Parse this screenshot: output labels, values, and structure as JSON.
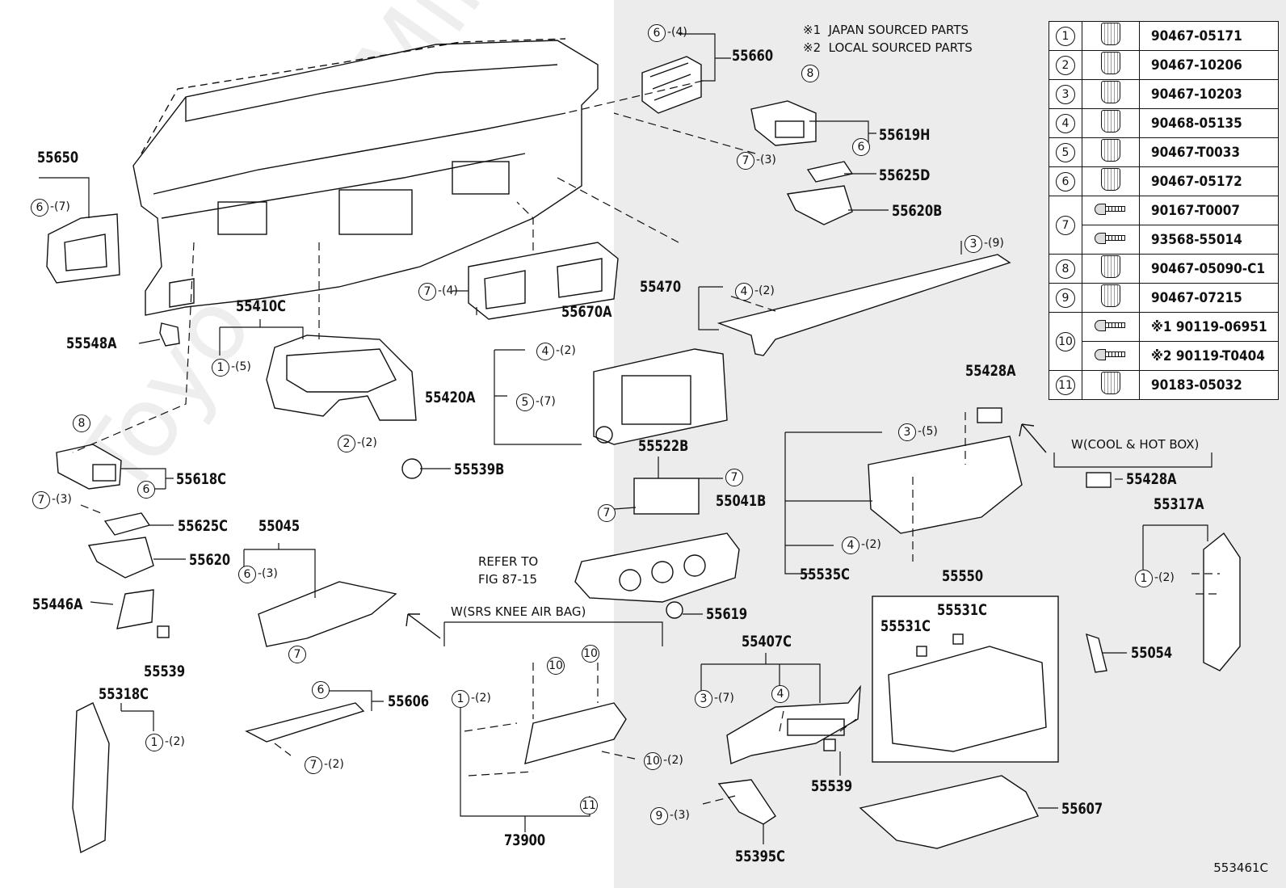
{
  "legend_notes": {
    "note1_mark": "※1",
    "note1_text": "JAPAN SOURCED PARTS",
    "note2_mark": "※2",
    "note2_text": "LOCAL SOURCED PARTS"
  },
  "fastener_table": [
    {
      "no": "1",
      "icon": "push-clip-icon",
      "parts": [
        "90467-05171"
      ]
    },
    {
      "no": "2",
      "icon": "push-rivet-icon",
      "parts": [
        "90467-10206"
      ]
    },
    {
      "no": "3",
      "icon": "push-clip-icon",
      "parts": [
        "90467-10203"
      ]
    },
    {
      "no": "4",
      "icon": "push-clip-icon",
      "parts": [
        "90468-05135"
      ]
    },
    {
      "no": "5",
      "icon": "push-clip-icon",
      "parts": [
        "90467-T0033"
      ]
    },
    {
      "no": "6",
      "icon": "push-clip-icon",
      "parts": [
        "90467-05172"
      ]
    },
    {
      "no": "7",
      "icon": "screw-icon",
      "parts": [
        "90167-T0007",
        "93568-55014"
      ]
    },
    {
      "no": "8",
      "icon": "push-rivet-icon",
      "parts": [
        "90467-05090-C1"
      ]
    },
    {
      "no": "9",
      "icon": "push-rivet-icon",
      "parts": [
        "90467-07215"
      ]
    },
    {
      "no": "10",
      "icon": "bolt-icon",
      "parts": [
        "※1  90119-06951",
        "※2  90119-T0404"
      ]
    },
    {
      "no": "11",
      "icon": "nut-clip-icon",
      "parts": [
        "90183-05032"
      ]
    }
  ],
  "part_numbers": {
    "p55660": "55660",
    "p55619H": "55619H",
    "p55625D": "55625D",
    "p55620B": "55620B",
    "p55650": "55650",
    "p55470": "55470",
    "p55670A": "55670A",
    "p55548A": "55548A",
    "p55410C": "55410C",
    "p55428A_top": "55428A",
    "p55420A": "55420A",
    "p55522B": "55522B",
    "p55041B": "55041B",
    "p55428A_box": "55428A",
    "p55317A": "55317A",
    "p55539B": "55539B",
    "p55618C": "55618C",
    "p55625C": "55625C",
    "p55045": "55045",
    "p55620": "55620",
    "p55446A": "55446A",
    "p55535C": "55535C",
    "p55550": "55550",
    "p55531C_a": "55531C",
    "p55531C_b": "55531C",
    "p55619": "55619",
    "p55054": "55054",
    "p55539_left": "55539",
    "p55407C": "55407C",
    "p55318C": "55318C",
    "p55606": "55606",
    "p55539_mid": "55539",
    "p55607": "55607",
    "p73900": "73900",
    "p55395C": "55395C"
  },
  "annotations": {
    "refer_line1": "REFER TO",
    "refer_line2": "FIG 87-15",
    "srs_label": "W(SRS KNEE AIR BAG)",
    "coolbox_label": "W(COOL & HOT BOX)"
  },
  "watermark_text": "ToyotaCarMine.co",
  "catalog_code": "553461C"
}
